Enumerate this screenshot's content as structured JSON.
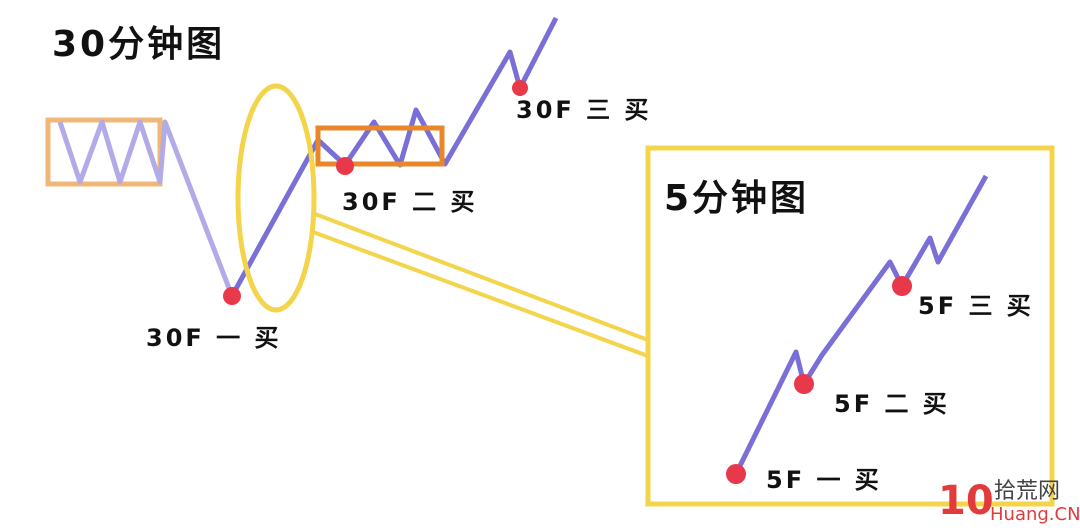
{
  "colors": {
    "line": "#7a6fd6",
    "line_light": "#b2abe8",
    "dot": "#e8394a",
    "yellow": "#f3d44a",
    "orange": "#f0b878",
    "dark_orange": "#e8862a"
  },
  "main_chart": {
    "title": "30分钟图",
    "labels": {
      "buy1": "30F 一 买",
      "buy2": "30F 二 买",
      "buy3": "30F 三 买"
    }
  },
  "zoom_chart": {
    "title": "5分钟图",
    "labels": {
      "buy1": "5F 一 买",
      "buy2": "5F 二 买",
      "buy3": "5F 三 买"
    }
  },
  "watermark": {
    "number": "10",
    "site_cn": "拾荒网",
    "site_url": "Huang.CN"
  }
}
